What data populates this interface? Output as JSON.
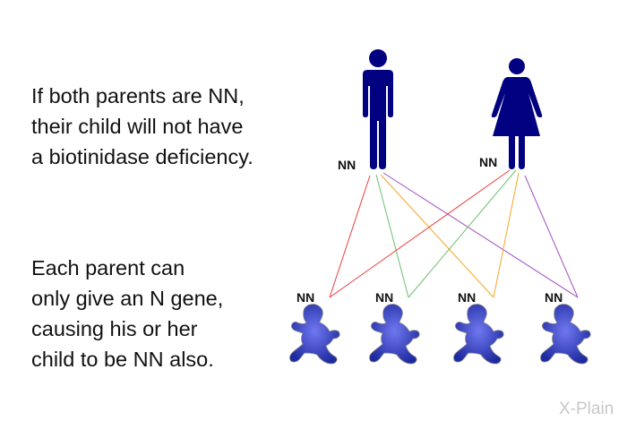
{
  "text": {
    "paragraph1": [
      "If both parents are NN,",
      "their child will not have",
      "a biotinidase deficiency."
    ],
    "paragraph2": [
      "Each parent can",
      "only give an N gene,",
      "causing his or her",
      "child to be NN also."
    ]
  },
  "diagram": {
    "father": {
      "label": "NN"
    },
    "mother": {
      "label": "NN"
    },
    "children": [
      {
        "label": "NN"
      },
      {
        "label": "NN"
      },
      {
        "label": "NN"
      },
      {
        "label": "NN"
      }
    ],
    "colors": {
      "figure": "#000080",
      "baby": "#3a45c8",
      "line_red": "#ee3b3b",
      "line_green": "#6cc06c",
      "line_orange": "#f5a623",
      "line_purple": "#a14fc0"
    }
  },
  "logo": {
    "text": "X-Plain"
  }
}
